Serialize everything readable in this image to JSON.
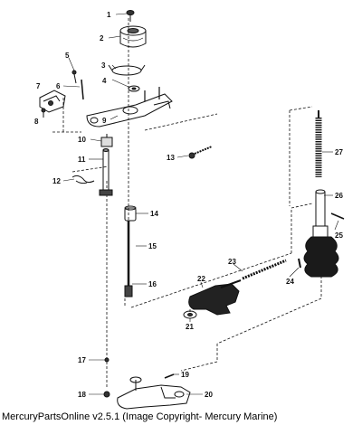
{
  "diagram": {
    "part_labels": [
      "1",
      "2",
      "3",
      "4",
      "5",
      "6",
      "7",
      "8",
      "9",
      "10",
      "11",
      "12",
      "13",
      "14",
      "15",
      "16",
      "17",
      "18",
      "19",
      "20",
      "21",
      "22",
      "23",
      "24",
      "25",
      "26",
      "27"
    ]
  },
  "footer": {
    "text": "MercuryPartsOnline v2.5.1 (Image Copyright- Mercury Marine)"
  }
}
